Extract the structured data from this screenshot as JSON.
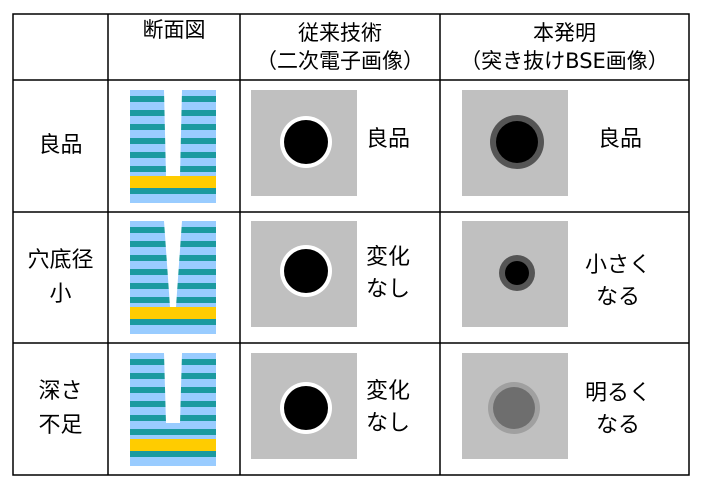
{
  "header": {
    "col_section": "断面図",
    "col_conventional": "従来技術\n（二次電子画像）",
    "col_invention": "本発明\n（突き抜けBSE画像）"
  },
  "rows": [
    {
      "label": "良品",
      "conventional_result": "良品",
      "invention_result": "良品",
      "hole_depth_fraction": 1.0,
      "hole_bottom_narrow": false
    },
    {
      "label": "穴底径\n小",
      "conventional_result": "変化\nなし",
      "invention_result": "小さく\nなる",
      "hole_depth_fraction": 1.0,
      "hole_bottom_narrow": true
    },
    {
      "label": "深さ\n不足",
      "conventional_result": "変化\nなし",
      "invention_result": "明るく\nなる",
      "hole_depth_fraction": 0.85,
      "hole_bottom_narrow": false
    }
  ],
  "colors": {
    "layer_light": "#99ccff",
    "layer_teal": "#1b9aa0",
    "layer_yellow": "#ffcc00",
    "gray_box": "#c0c0c0",
    "dark_ring": "#555555",
    "bright_spot_ring": "#a0a0a0",
    "bright_spot_core": "#6e6e6e"
  }
}
